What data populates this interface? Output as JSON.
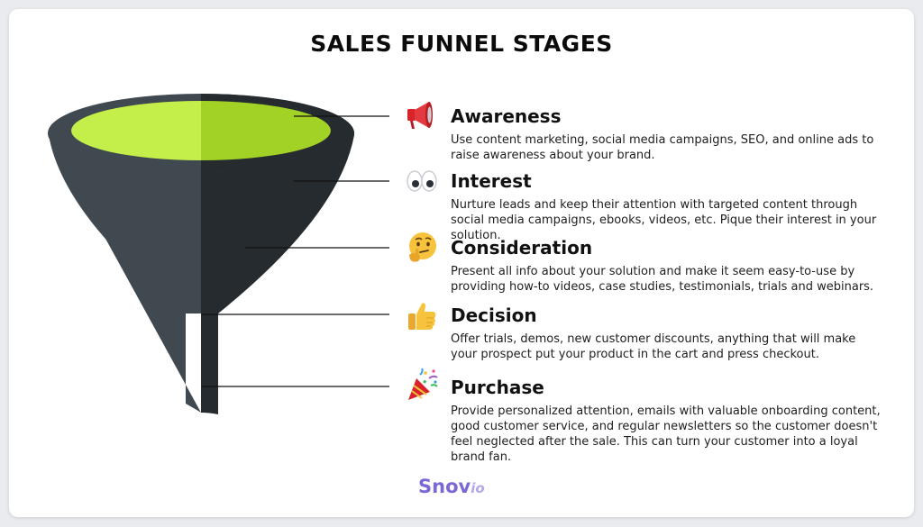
{
  "title": "SALES FUNNEL STAGES",
  "stages": [
    {
      "name": "Awareness",
      "icon": "megaphone-icon",
      "description": "Use content marketing, social media campaigns, SEO, and online ads to raise awareness about your brand."
    },
    {
      "name": "Interest",
      "icon": "eyes-icon",
      "description": "Nurture leads and keep their attention with targeted content through social media campaigns, ebooks, videos, etc. Pique their interest in your solution."
    },
    {
      "name": "Consideration",
      "icon": "thinking-face-icon",
      "description": "Present all info about your solution and make it seem easy-to-use by providing how-to videos, case studies, testimonials, trials and webinars."
    },
    {
      "name": "Decision",
      "icon": "thumbs-up-icon",
      "description": "Offer trials, demos, new customer discounts, anything that will make your prospect put your product in the cart and press checkout."
    },
    {
      "name": "Purchase",
      "icon": "party-popper-icon",
      "description": "Provide personalized attention, emails with valuable onboarding content, good customer service, and regular newsletters so the customer doesn't feel neglected after the sale. This can turn your customer into a loyal brand fan."
    }
  ],
  "logo": {
    "text": "Snov",
    "suffix": "io"
  },
  "colors": {
    "funnel_light": "#404850",
    "funnel_dark": "#262b30",
    "rim_light": "#c4ef4a",
    "rim_dark": "#a1d225",
    "logo": "#7b68d6",
    "logo_suffix": "#b2a8ec"
  }
}
